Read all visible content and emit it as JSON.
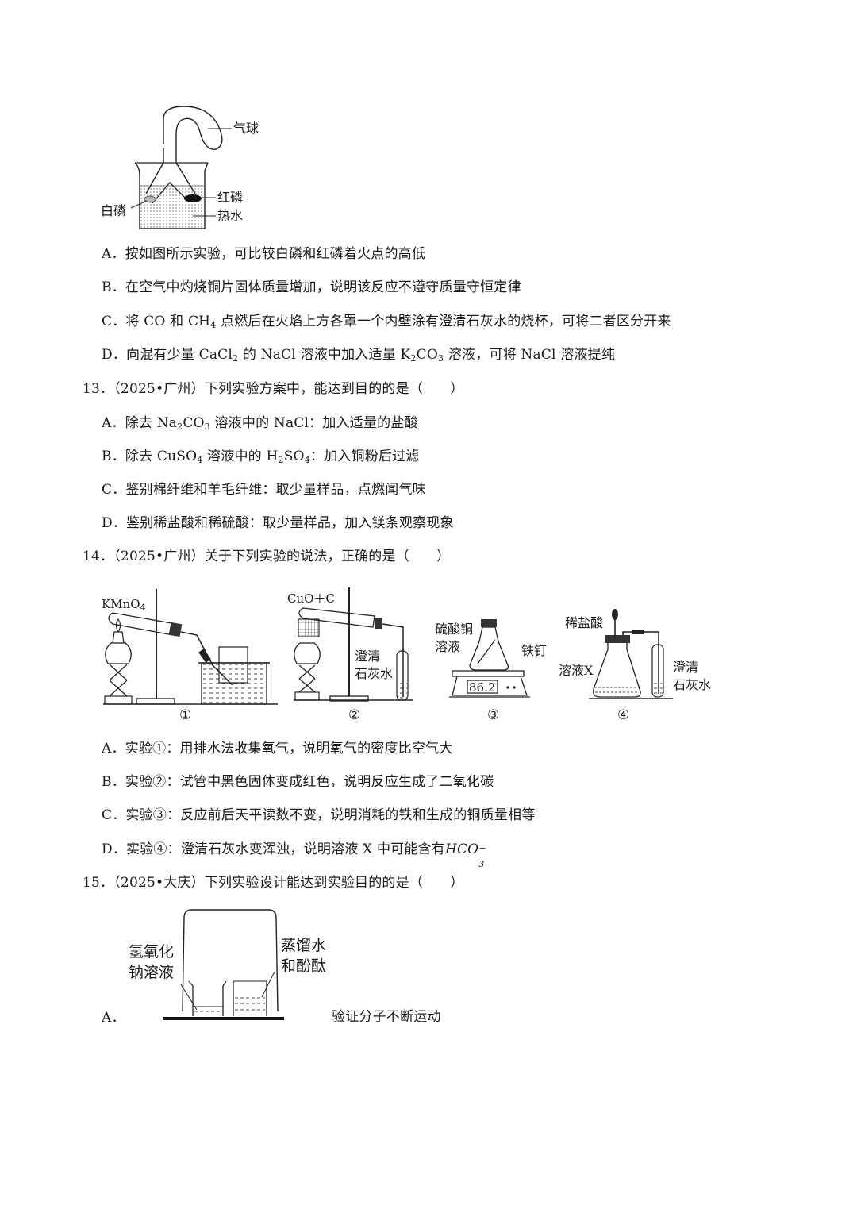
{
  "q12_figure": {
    "labels": {
      "balloon": "气球",
      "red_phosphorus": "红磷",
      "white_phosphorus": "白磷",
      "hot_water": "热水"
    }
  },
  "q12_options": [
    {
      "letter": "A．",
      "text": "按如图所示实验，可比较白磷和红磷着火点的高低"
    },
    {
      "letter": "B．",
      "text": "在空气中灼烧铜片固体质量增加，说明该反应不遵守质量守恒定律"
    },
    {
      "letter": "C．",
      "pre": "将 CO 和 CH",
      "sub": "4",
      "post": " 点燃后在火焰上方各罩一个内壁涂有澄清石灰水的烧杯，可将二者区分开来"
    },
    {
      "letter": "D．",
      "p1": "向混有少量 CaCl",
      "s1": "2",
      "p2": " 的 NaCl 溶液中加入适量 K",
      "s2": "2",
      "p3": "CO",
      "s3": "3",
      "p4": " 溶液，可将 NaCl 溶液提纯"
    }
  ],
  "q13": {
    "stem": "13．（2025•广州）下列实验方案中，能达到目的的是（　　）",
    "options": [
      {
        "letter": "A．",
        "p1": "除去 Na",
        "s1": "2",
        "p2": "CO",
        "s2": "3",
        "p3": " 溶液中的 NaCl：加入适量的盐酸"
      },
      {
        "letter": "B．",
        "p1": "除去 CuSO",
        "s1": "4",
        "p2": " 溶液中的 H",
        "s2": "2",
        "p3": "SO",
        "s3": "4",
        "p4": "：加入铜粉后过滤"
      },
      {
        "letter": "C．",
        "text": "鉴别棉纤维和羊毛纤维：取少量样品，点燃闻气味"
      },
      {
        "letter": "D．",
        "text": "鉴别稀盐酸和稀硫酸：取少量样品，加入镁条观察现象"
      }
    ]
  },
  "q14": {
    "stem": "14．（2025•广州）关于下列实验的说法，正确的是（　　）",
    "figures": {
      "exp1": {
        "reagent": "KMnO",
        "reagent_sub": "4",
        "number": "①"
      },
      "exp2": {
        "reagent": "CuO＋C",
        "limewater_1": "澄清",
        "limewater_2": "石灰水",
        "number": "②"
      },
      "exp3": {
        "solution_1": "硫酸铜",
        "solution_2": "溶液",
        "nail": "铁钉",
        "balance_reading": "86.2",
        "number": "③"
      },
      "exp4": {
        "acid": "稀盐酸",
        "solution": "溶液X",
        "limewater_1": "澄清",
        "limewater_2": "石灰水",
        "number": "④"
      }
    },
    "options": [
      {
        "letter": "A．",
        "text": "实验①：用排水法收集氧气，说明氧气的密度比空气大"
      },
      {
        "letter": "B．",
        "text": "实验②：试管中黑色固体变成红色，说明反应生成了二氧化碳"
      },
      {
        "letter": "C．",
        "text": "实验③：反应前后天平读数不变，说明消耗的铁和生成的铜质量相等"
      },
      {
        "letter": "D．",
        "text": "实验④：澄清石灰水变浑浊，说明溶液 X 中可能含有",
        "formula": "HCO",
        "formula_sub": "3",
        "formula_sup": "−"
      }
    ]
  },
  "q15": {
    "stem": "15．（2025•大庆）下列实验设计能达到实验目的的是（　　）",
    "option_a": {
      "letter": "A．",
      "label_left_1": "氢氧化",
      "label_left_2": "钠溶液",
      "label_right_1": "蒸馏水",
      "label_right_2": "和酚酞",
      "caption": "验证分子不断运动"
    }
  }
}
